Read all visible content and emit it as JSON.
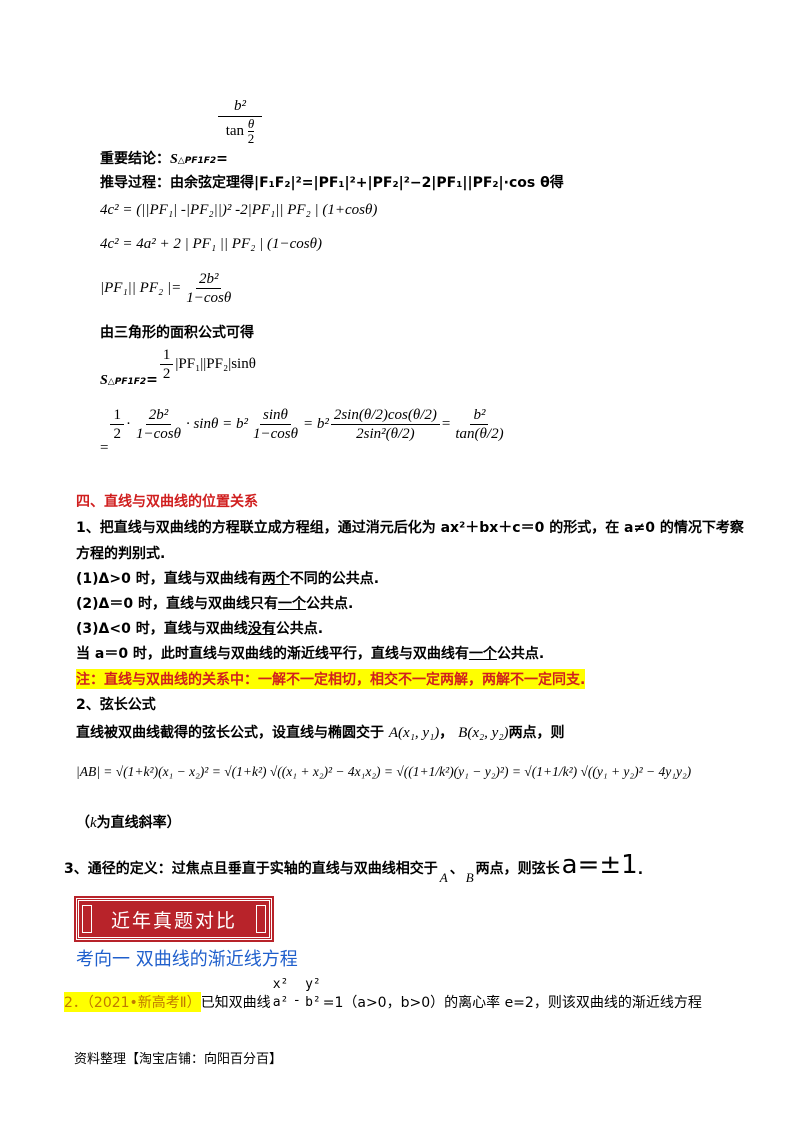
{
  "top_formula": {
    "label_prefix": "重要结论：",
    "s_label": "S",
    "s_sub": "△PF1F2",
    "equals": "=",
    "num": "b²",
    "den": "tan",
    "den_num": "θ",
    "den_den": "2"
  },
  "derivation": {
    "heading": "推导过程：由余弦定理得|F₁F₂|²=|PF₁|²+|PF₂|²−2|PF₁||PF₂|·cos θ得",
    "eq1": "4c² = (||PF₁| -|PF₂||)² -2|PF₁|| PF₂ | (1+cosθ)",
    "eq2": "4c² = 4a² + 2 | PF₁ || PF₂ | (1−cosθ)",
    "eq3_lhs": "|PF₁|| PF₂ |=",
    "eq3_num": "2b²",
    "eq3_den": "1−cosθ",
    "area_heading": "由三角形的面积公式可得",
    "s_label": "S",
    "s_sub": "△PF1F2",
    "s_eq": "=",
    "s_rhs_num": "1",
    "s_rhs_den": "2",
    "s_rhs_tail": "|PF₁||PF₂|sinθ",
    "long_eq_prefix": "=",
    "long_1_num": "1",
    "long_1_den": "2",
    "long_2_num": "2b²",
    "long_2_den": "1−cosθ",
    "long_3": "· sinθ = b²",
    "long_4_num": "sinθ",
    "long_4_den": "1−cosθ",
    "long_5": "= b²",
    "long_6_num": "2sin(θ/2)cos(θ/2)",
    "long_6_den": "2sin²(θ/2)",
    "long_7": "=",
    "long_8_num": "b²",
    "long_8_den": "tan(θ/2)"
  },
  "section4": {
    "title": "四、直线与双曲线的位置关系",
    "p1": "1、把直线与双曲线的方程联立成方程组，通过消元后化为 ax²＋bx＋c＝0 的形式，在 a≠0 的情况下考察",
    "p1b": "方程的判别式.",
    "c1_a": "(1)Δ>0 时，直线与双曲线有",
    "c1_u": "两个",
    "c1_b": "不同的公共点.",
    "c2_a": "(2)Δ＝0 时，直线与双曲线只有",
    "c2_u": "一个",
    "c2_b": "公共点.",
    "c3_a": "(3)Δ<0 时，直线与双曲线",
    "c3_u": "没有",
    "c3_b": "公共点.",
    "c4_a": "当 a＝0 时，此时直线与双曲线的渐近线平行，直线与双曲线有",
    "c4_u": "一个",
    "c4_b": "公共点.",
    "note": "注：直线与双曲线的关系中：一解不一定相切，相交不一定两解，两解不一定同支.",
    "chord_title": "2、弦长公式",
    "chord_text": "直线被双曲线截得的弦长公式，设直线与椭圆交于",
    "point_a": "A(x₁, y₁)",
    "comma": "，",
    "point_b": "B(x₂, y₂)",
    "chord_tail": "两点，则",
    "chord_formula": "|AB| = √(1+k²)(x₁ − x₂)² = √(1+k²) √((x₁ + x₂)² − 4x₁x₂) = √((1+1/k²)(y₁ − y₂)²) = √(1+1/k²) √((y₁ + y₂)² − 4y₁y₂)",
    "k_note_a": "（",
    "k_note_k": "k",
    "k_note_b": "为直线斜率）",
    "latus_a": "3、通径的定义：过焦点且垂直于实轴的直线与双曲线相交于",
    "latus_A": "A",
    "latus_sep": "、",
    "latus_B": "B",
    "latus_b": "两点，则弦长",
    "latus_val": "a=±1",
    "latus_end": "."
  },
  "banner": {
    "text": "近年真题对比"
  },
  "direction": {
    "title": "考向一  双曲线的渐近线方程"
  },
  "problem": {
    "number": "2．（2021•新高考Ⅱ）",
    "text_a": "已知双曲线",
    "frac1_num": "x²",
    "frac1_den": "a²",
    "minus": "-",
    "frac2_num": "y²",
    "frac2_den": "b²",
    "text_b": "=1（a>0，b>0）的离心率 e=2，则该双曲线的渐近线方程"
  },
  "footer": {
    "text": "资料整理【淘宝店铺：向阳百分百】"
  }
}
